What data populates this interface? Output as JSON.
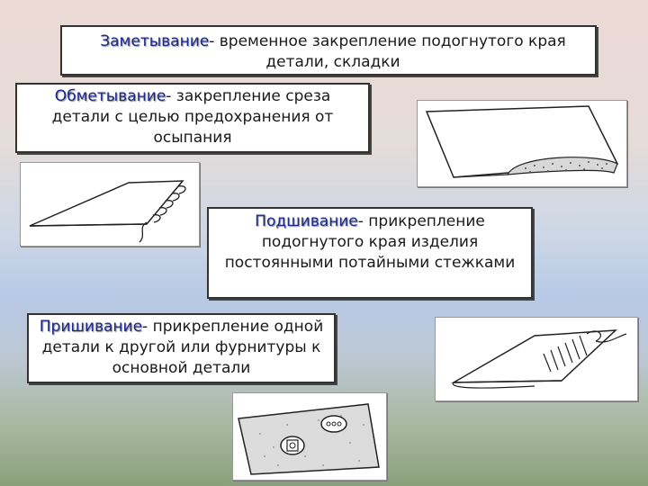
{
  "definitions": [
    {
      "term": "Заметывание",
      "text": "- временное закрепление подогнутого края детали, складки"
    },
    {
      "term": "Обметывание",
      "text": "- закрепление среза детали с целью предохранения от осыпания"
    },
    {
      "term": "Подшивание",
      "text": "- прикрепление подогнутого края изделия постоянными потайными стежками"
    },
    {
      "term": "Пришивание",
      "text": "- прикрепление одной детали к другой или фурнитуры к основной детали"
    }
  ],
  "illustrations": [
    "basting-illustration",
    "overcasting-illustration",
    "hemming-illustration",
    "sewing-buttons-illustration"
  ]
}
